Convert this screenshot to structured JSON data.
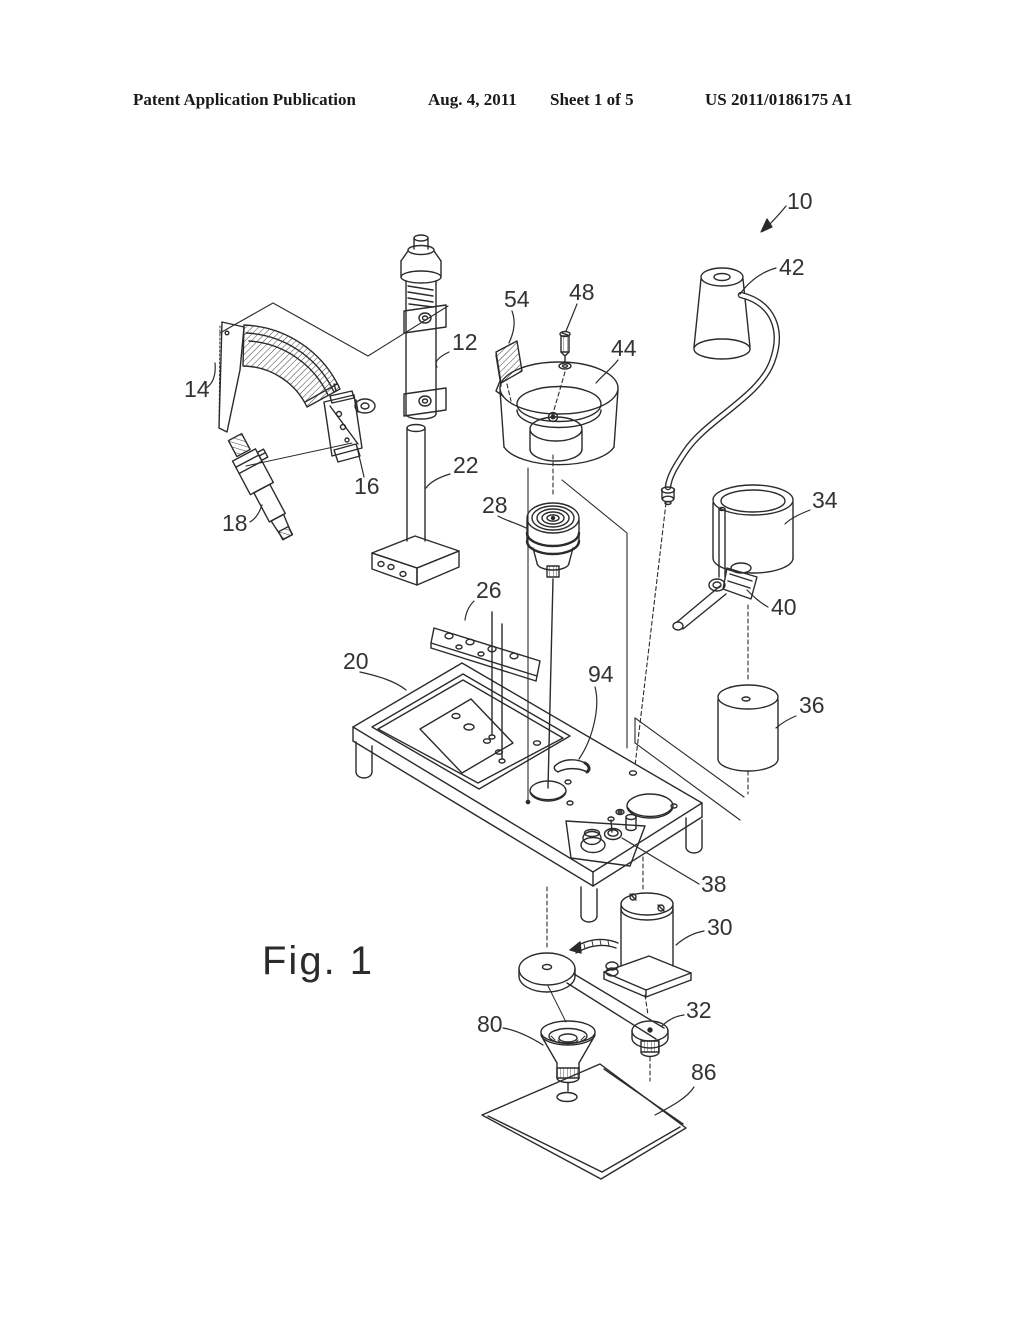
{
  "header": {
    "left": "Patent Application Publication",
    "date": "Aug. 4, 2011",
    "sheet": "Sheet 1 of 5",
    "patent_number": "US 2011/0186175 A1"
  },
  "figure": {
    "caption": "Fig. 1",
    "type": "patent-exploded-view-drawing",
    "description": "Exploded isometric view of an apparatus with numbered reference parts"
  },
  "labels": {
    "n10": "10",
    "n12": "12",
    "n14": "14",
    "n16": "16",
    "n18": "18",
    "n20": "20",
    "n22": "22",
    "n26": "26",
    "n28": "28",
    "n30": "30",
    "n32": "32",
    "n34": "34",
    "n36": "36",
    "n38": "38",
    "n40": "40",
    "n42": "42",
    "n44": "44",
    "n48": "48",
    "n54": "54",
    "n80": "80",
    "n86": "86",
    "n94": "94"
  },
  "colors": {
    "ink": "#2b2b2b",
    "paper": "#ffffff"
  }
}
